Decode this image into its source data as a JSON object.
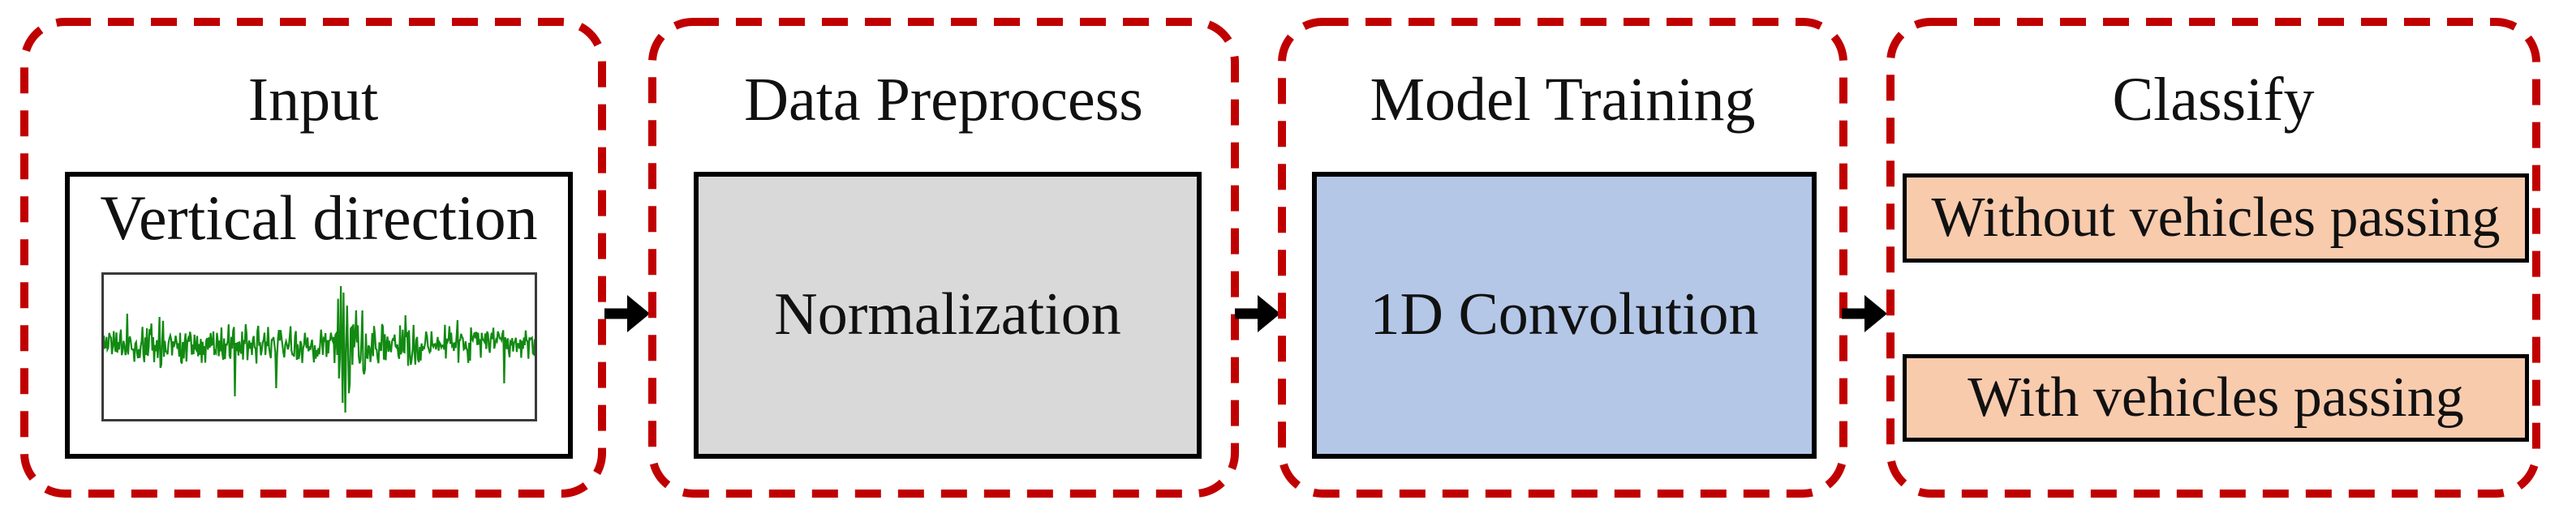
{
  "panels": [
    {
      "title": "Input",
      "box_label": "Vertical direction"
    },
    {
      "title": "Data Preprocess",
      "box_label": "Normalization"
    },
    {
      "title": "Model Training",
      "box_label": "1D Convolution"
    },
    {
      "title": "Classify",
      "box_labels": [
        "Without vehicles passing",
        "With vehicles passing"
      ]
    }
  ],
  "colors": {
    "frame_dash": "#c00000",
    "normalization_box_fill": "#d9d9d9",
    "convolution_box_fill": "#b4c7e7",
    "classify_box_fill": "#f8cbad",
    "waveform_green": "#128a12",
    "arrow": "#000000",
    "box_border": "#000000"
  }
}
